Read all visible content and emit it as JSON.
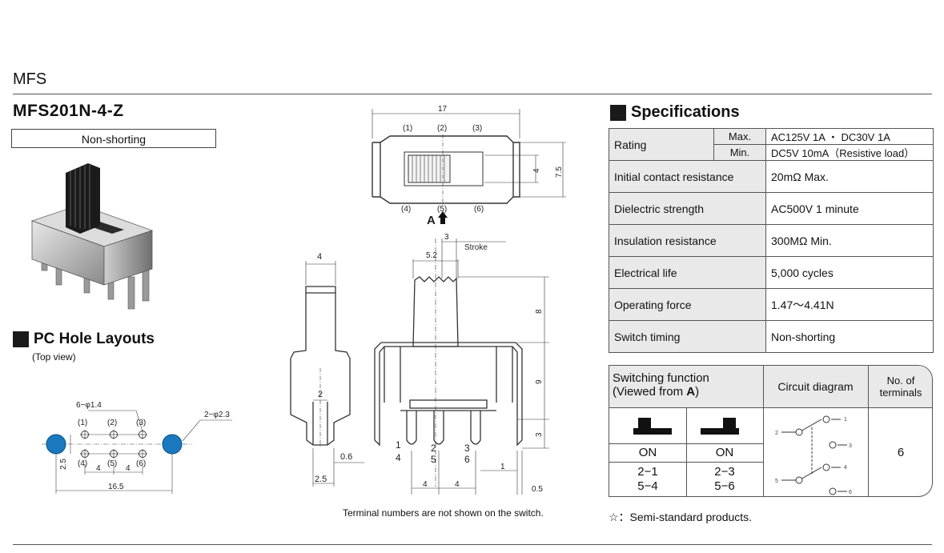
{
  "header": {
    "series": "MFS",
    "model": "MFS201N-4-Z",
    "badge": "Non-shorting"
  },
  "pc_hole": {
    "title": "PC Hole Layouts",
    "subtitle": "(Top view)",
    "labels": {
      "small_holes": "6−φ1.4",
      "large_holes": "2−φ2.3",
      "top_nums": [
        "(1)",
        "(2)",
        "(3)"
      ],
      "bottom_nums": [
        "(4)",
        "(5)",
        "(6)"
      ],
      "dim_25": "2.5",
      "dim_4a": "4",
      "dim_4b": "4",
      "dim_165": "16.5"
    }
  },
  "drawing": {
    "top_view": {
      "dim_17": "17",
      "top_nums": [
        "(1)",
        "(2)",
        "(3)"
      ],
      "bottom_nums": [
        "(4)",
        "(5)",
        "(6)"
      ],
      "dim_4": "4",
      "dim_75": "7.5",
      "arrow_label": "A"
    },
    "side_view": {
      "dim_4": "4",
      "dim_2": "2",
      "dim_06": "0.6",
      "dim_25": "2.5"
    },
    "front_view": {
      "dim_3": "3",
      "stroke": "Stroke",
      "dim_52": "5.2",
      "dim_8": "8",
      "dim_9": "9",
      "dim_3b": "3",
      "dim_1": "1",
      "dim_4a": "4",
      "dim_4b": "4",
      "dim_05": "0.5",
      "term_top": [
        "1",
        "2",
        "3"
      ],
      "term_bot": [
        "4",
        "5",
        "6"
      ]
    },
    "note": "Terminal numbers are not shown on the switch."
  },
  "specifications": {
    "title": "Specifications",
    "rating_label": "Rating",
    "max_label": "Max.",
    "max_value": "AC125V 1A ・ DC30V 1A",
    "min_label": "Min.",
    "min_value": "DC5V 10mA（Resistive load）",
    "rows": [
      {
        "label": "Initial contact resistance",
        "value": "20mΩ Max."
      },
      {
        "label": "Dielectric strength",
        "value": "AC500V 1 minute"
      },
      {
        "label": "Insulation resistance",
        "value": "300MΩ Min."
      },
      {
        "label": "Electrical life",
        "value": "5,000 cycles"
      },
      {
        "label": "Operating force",
        "value": "1.47〜4.41N"
      },
      {
        "label": "Switch timing",
        "value": "Non-shorting"
      }
    ]
  },
  "switching": {
    "func_line1": "Switching function",
    "func_line2": "(Viewed from ",
    "func_bold": "A",
    "func_close": ")",
    "circuit_label": "Circuit diagram",
    "terminals_label1": "No. of",
    "terminals_label2": "terminals",
    "pos1_state": "ON",
    "pos2_state": "ON",
    "pos1_conn1": "2−1",
    "pos1_conn2": "5−4",
    "pos2_conn1": "2−3",
    "pos2_conn2": "5−6",
    "terminal_count": "6",
    "circuit_nums": [
      "1",
      "2",
      "3",
      "4",
      "5",
      "6"
    ]
  },
  "footer_note": "☆：Semi-standard products."
}
